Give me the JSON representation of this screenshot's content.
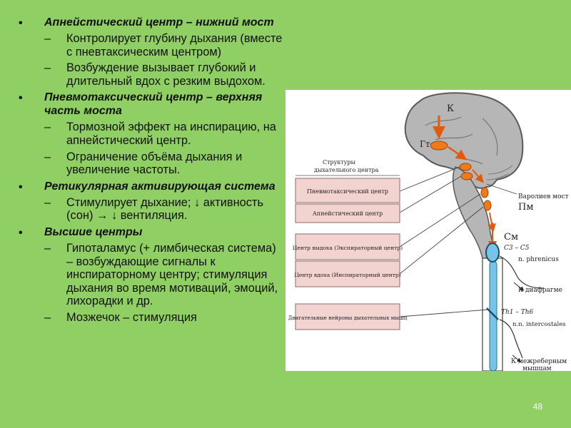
{
  "sections": [
    {
      "title": "Апнейстический центр – нижний мост",
      "items": [
        "Контролирует глубину дыхания (вместе с пневтаксическим центром)",
        "Возбуждение вызывает глубокий и длительный вдох с резким выдохом."
      ]
    },
    {
      "title": "Пневмотаксический центр – верхняя часть моста",
      "items": [
        "Тормозной эффект на инспирацию, на апнейстический центр.",
        "Ограничение объёма дыхания и увеличение частоты."
      ]
    },
    {
      "title": "Ретикулярная активирующая система",
      "items": [
        "Стимулирует дыхание; ↓ активность (сон) → ↓ вентиляция."
      ]
    },
    {
      "title": "Высшие центры",
      "items": [
        "Гипоталамус (+ лимбическая система) – возбуждающие сигналы к инспираторному центру; стимуляция дыхания во время мотиваций, эмоций, лихорадки и др.",
        "Мозжечок – стимуляция"
      ]
    }
  ],
  "bullet_glyph": "•",
  "dash_glyph": "–",
  "diagram": {
    "structures_header": "Структуры дыхательного центра",
    "boxes": [
      "Пневмотаксический центр",
      "Апнейстический центр",
      "Центр выдоха (Экспираторный центр)",
      "Центр вдоха (Инспираторный центр)",
      "Двигательные нейроны дыхательных мышц"
    ],
    "labels": {
      "cortex": "К",
      "hypothalamus": "Гт",
      "pons_title": "Варолиев мост",
      "pons_abbr": "Пм",
      "spinal": "См",
      "segments_cervical": "C3 – C5",
      "phrenicus": "n. phrenicus",
      "to_diaphragm": "К диафрагме",
      "segments_thoracic": "Th1 – Th6",
      "intercostales": "n.n. intercostales",
      "to_intercostal_1": "К межреберным",
      "to_intercostal_2": "мышцам"
    },
    "colors": {
      "brain_gray": "#b6b6b6",
      "brain_outline": "#5a5a5a",
      "orange": "#f07a18",
      "box_fill": "#f3d3d0",
      "box_stroke": "#9a8080",
      "cord_blue": "#76c5e8"
    }
  },
  "page_number": "48",
  "colors": {
    "background": "#8fcf63"
  }
}
